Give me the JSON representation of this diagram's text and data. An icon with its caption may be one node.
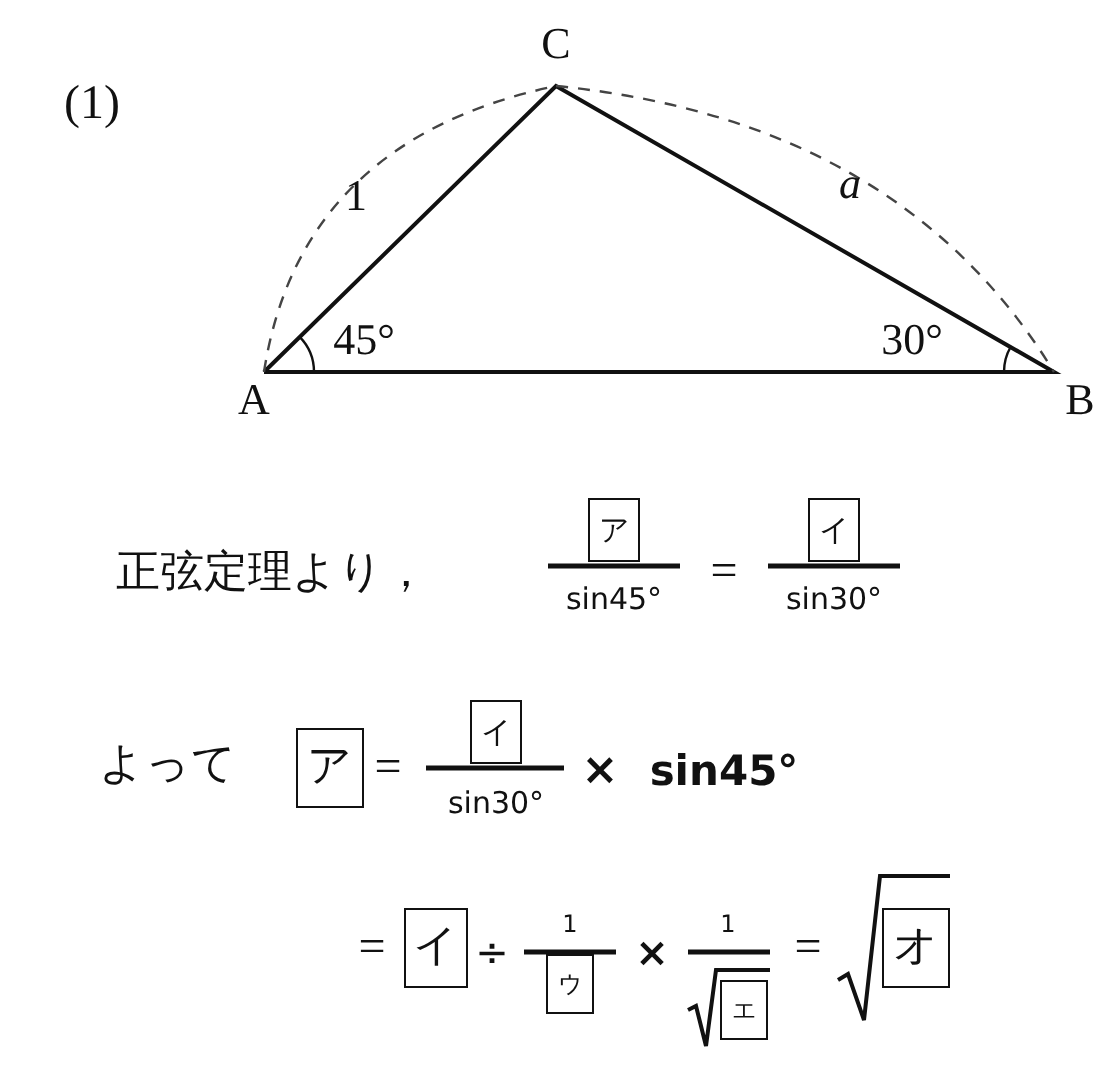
{
  "diagram": {
    "labels": [
      "(1)",
      "C",
      "1",
      "a",
      "45°",
      "30°",
      "A",
      "B",
      "正弦定理より，",
      "ア",
      "sin45°",
      "=",
      "イ",
      "sin30°",
      "よって",
      "ア",
      "=",
      "イ",
      "sin30°",
      "×",
      "sin45°",
      "=",
      "イ",
      "÷",
      "1",
      "ウ",
      "×",
      "1",
      "エ",
      "=",
      "オ"
    ]
  }
}
